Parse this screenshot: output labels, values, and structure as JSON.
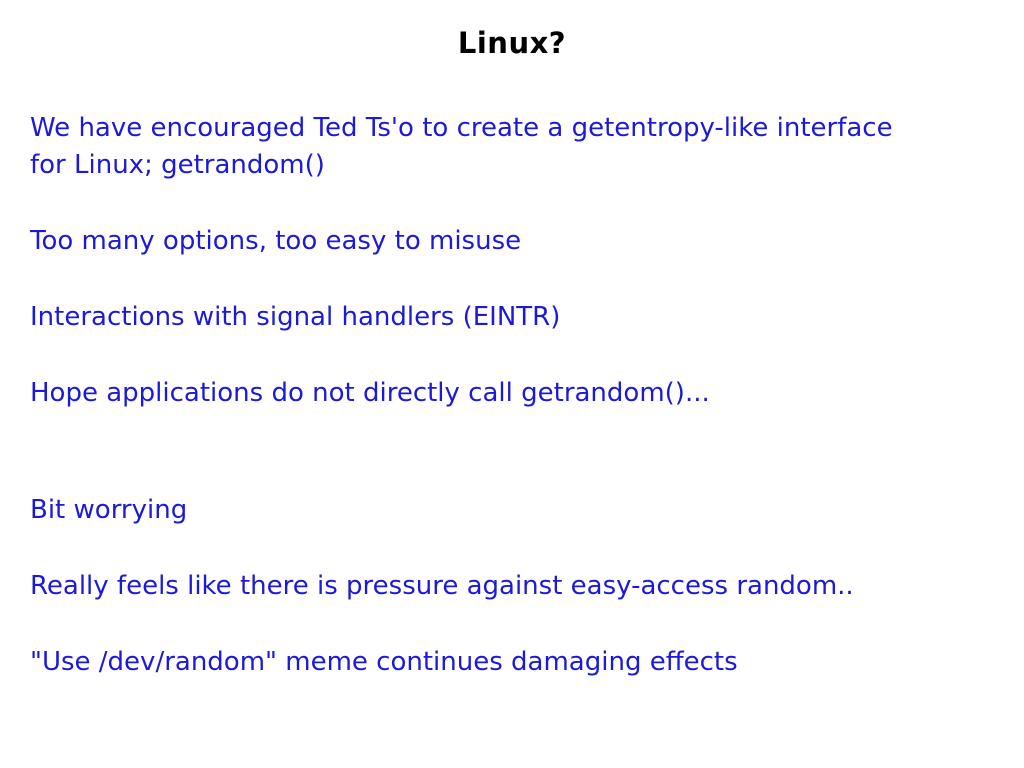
{
  "slide": {
    "title": "Linux?",
    "colors": {
      "background": "#ffffff",
      "title_text": "#000000",
      "body_text": "#1c1ad8"
    },
    "lines": [
      "We have encouraged Ted Ts'o to create a getentropy-like interface",
      "for Linux; getrandom()",
      "Too many options, too easy to misuse",
      "Interactions with signal handlers (EINTR)",
      "Hope applications do not directly call getrandom()...",
      "Bit worrying",
      "Really feels like there is pressure against easy-access random..",
      "\"Use /dev/random\" meme continues damaging effects"
    ]
  }
}
